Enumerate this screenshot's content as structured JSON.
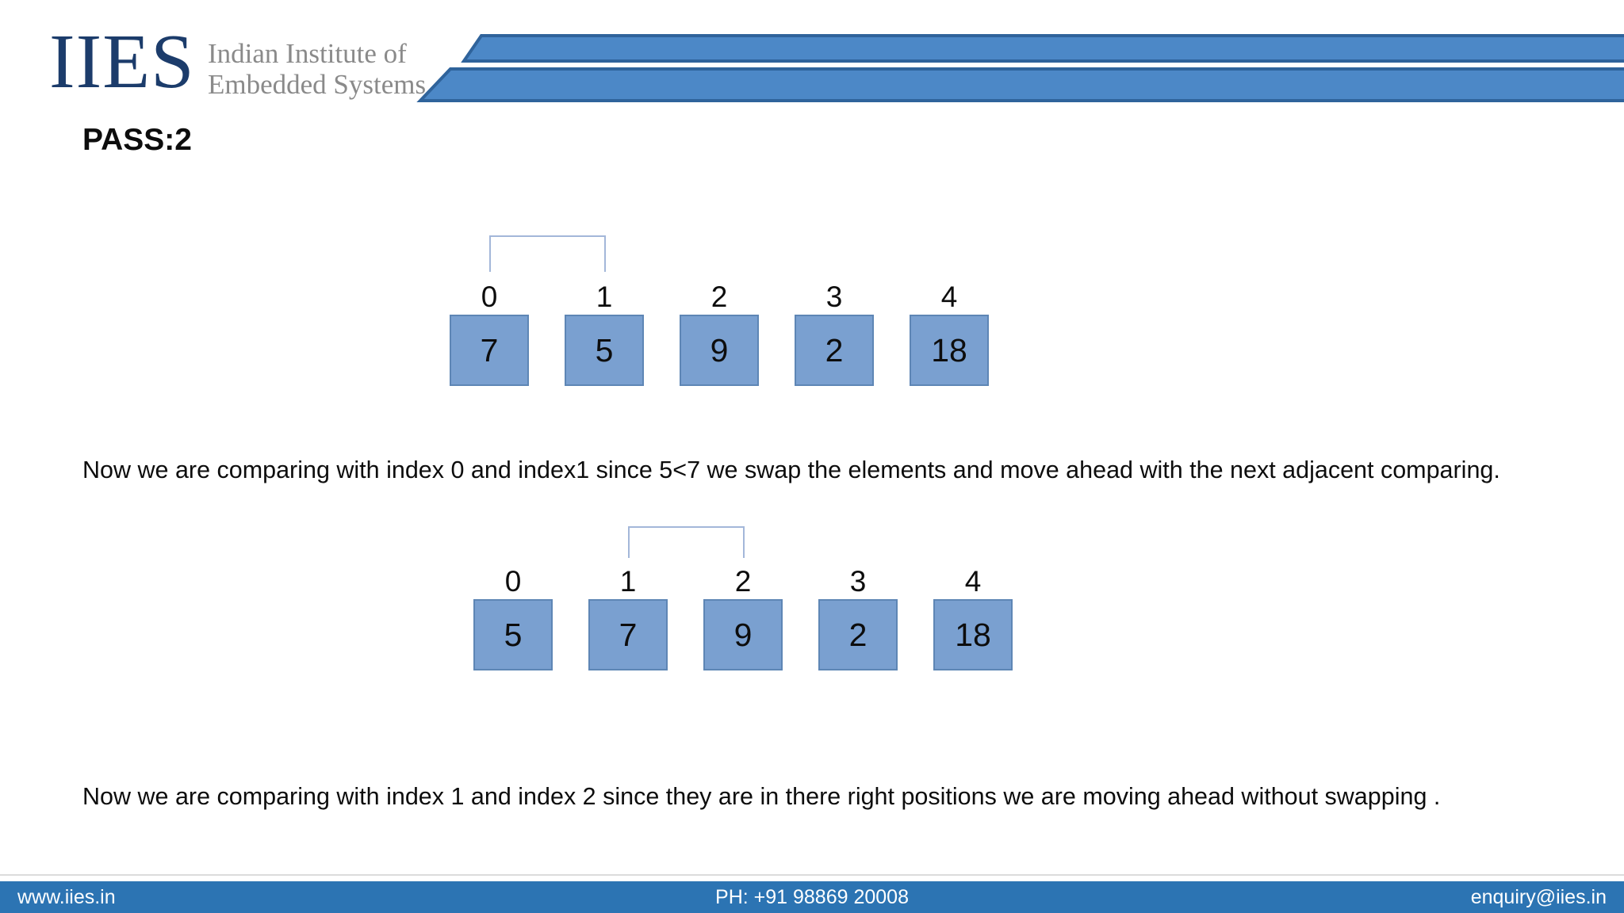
{
  "logo": {
    "acronym": "IIES",
    "name_line1": "Indian Institute of",
    "name_line2": "Embedded Systems"
  },
  "slide": {
    "title": "PASS:2"
  },
  "paragraphs": {
    "p1": "Now we are comparing with index 0 and index1 since 5<7 we swap the elements and move ahead with the next adjacent comparing.",
    "p2": "Now we are comparing with index 1 and index 2 since they are in there right positions we are moving ahead without swapping ."
  },
  "diagrams": [
    {
      "name": "array-before-swap",
      "compare_indices": [
        0,
        1
      ],
      "cells": [
        {
          "index": "0",
          "value": "7"
        },
        {
          "index": "1",
          "value": "5"
        },
        {
          "index": "2",
          "value": "9"
        },
        {
          "index": "3",
          "value": "2"
        },
        {
          "index": "4",
          "value": "18"
        }
      ]
    },
    {
      "name": "array-after-swap",
      "compare_indices": [
        1,
        2
      ],
      "cells": [
        {
          "index": "0",
          "value": "5"
        },
        {
          "index": "1",
          "value": "7"
        },
        {
          "index": "2",
          "value": "9"
        },
        {
          "index": "3",
          "value": "2"
        },
        {
          "index": "4",
          "value": "18"
        }
      ]
    }
  ],
  "footer": {
    "website": "www.iies.in",
    "phone": "PH: +91 98869 20008",
    "email": "enquiry@iies.in"
  },
  "colors": {
    "box_fill": "#7aa0d0",
    "box_border": "#5e86b5",
    "bracket": "#a3b7d9",
    "stripe_fill": "#4c88c7",
    "stripe_border": "#2f639b",
    "footer_bg": "#2c74b3",
    "logo_navy": "#1c3c6b",
    "tagline_gray": "#8a8a8a"
  }
}
